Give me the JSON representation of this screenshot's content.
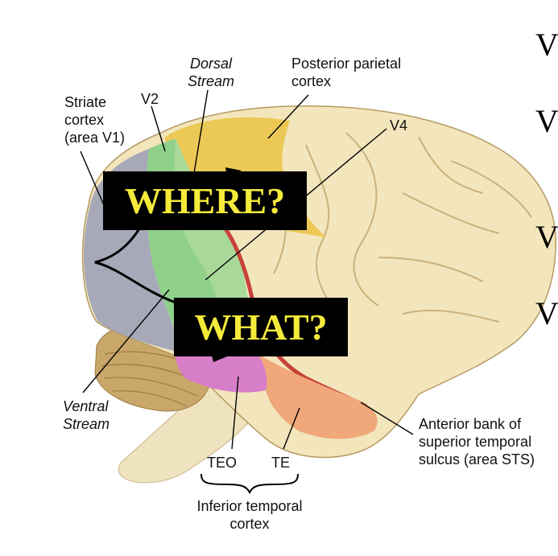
{
  "labels": {
    "striate": [
      "Striate",
      "cortex",
      "(area V1)"
    ],
    "v2": "V2",
    "dorsal": [
      "Dorsal",
      "Stream"
    ],
    "posterior_parietal": [
      "Posterior parietal",
      "cortex"
    ],
    "v4": "V4",
    "ventral": [
      "Ventral",
      "Stream"
    ],
    "teo": "TEO",
    "te": "TE",
    "inferior_temporal": [
      "Inferior temporal",
      "cortex"
    ],
    "sts": [
      "Anterior bank of",
      "superior temporal",
      "sulcus (area STS)"
    ]
  },
  "banners": {
    "where": "WHERE?",
    "what": "WHAT?"
  },
  "cutoff_glyphs": [
    "V",
    "V",
    "V",
    "V"
  ],
  "colors": {
    "banner_background": "#000000",
    "banner_text": "#f4ea3a",
    "v1": "#a7a9b8",
    "v2": "#8fd08a",
    "posterior_parietal": "#ebc54a",
    "teo": "#d77ec9",
    "te": "#f0a87a",
    "sts": "#c8423a",
    "cortex": "#f3e6bd"
  }
}
